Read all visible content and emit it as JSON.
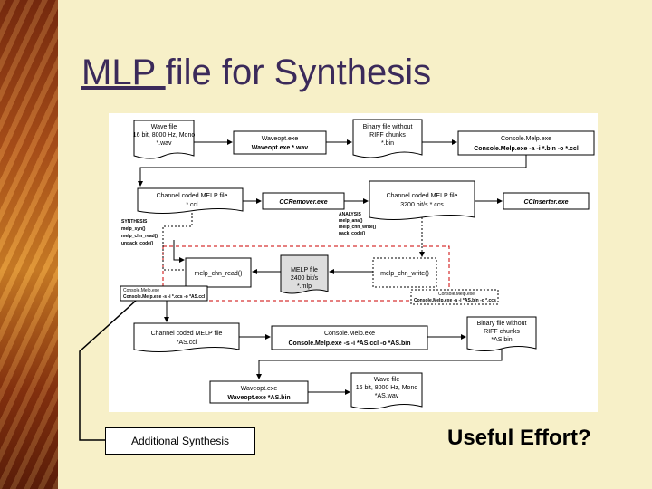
{
  "slide": {
    "title_underlined": "MLP ",
    "title_rest": "file for Synthesis",
    "footer_box": "Additional Synthesis",
    "footer_question": "Useful Effort?"
  },
  "diagram": {
    "wave_top": [
      "Wave file",
      "16 bit, 8000 Hz, Mono",
      "*.wav"
    ],
    "waveopt_top": [
      "Waveopt.exe",
      "Waveopt.exe *.wav"
    ],
    "binary_top": [
      "Binary file without",
      "RIFF chunks",
      "*.bin"
    ],
    "console_top": [
      "Console.Melp.exe",
      "Console.Melp.exe -a -i *.bin -o *.ccl"
    ],
    "cc_melp_left": [
      "Channel coded MELP file",
      "*.ccl"
    ],
    "ccremover": "CCRemover.exe",
    "cc_melp_right": [
      "Channel coded MELP file",
      "3200 bit/s *.ccs"
    ],
    "ccinserter": "CCInserter.exe",
    "synthesis": [
      "SYNTHESIS",
      "melp_syn()",
      "melp_chn_read()",
      "unpack_code()"
    ],
    "analysis": [
      "ANALYSIS",
      "melp_ana()",
      "melp_chn_write()",
      "pack_code()"
    ],
    "melp_chn_read": "melp_chn_read()",
    "mlp_file": [
      "MELP file",
      "2400 bit/s",
      "*.mlp"
    ],
    "melp_chn_write": "melp_chn_write()",
    "console_small_left": [
      "Console.Melp.exe",
      "Console.Melp.exe -s -i *.ccs -o *AS.ccl"
    ],
    "console_small_right": [
      "Console.Melp.exe",
      "Console.Melp.exe -a -i *AS.bin -o *.ccs"
    ],
    "cc_melp_bottom": [
      "Channel coded MELP file",
      "*AS.ccl"
    ],
    "console_bottom": [
      "Console.Melp.exe",
      "Console.Melp.exe -s -i *AS.ccl -o *AS.bin"
    ],
    "binary_bottom": [
      "Binary file without",
      "RIFF chunks",
      "*AS.bin"
    ],
    "waveopt_bottom": [
      "Waveopt.exe",
      "Waveopt.exe *AS.bin"
    ],
    "wave_bottom": [
      "Wave file",
      "16 bit, 8000 Hz, Mono",
      "*AS.wav"
    ]
  },
  "colors": {
    "title": "#3b2a5a",
    "background": "#f7f0c8",
    "dashed_red": "#cc0000"
  }
}
